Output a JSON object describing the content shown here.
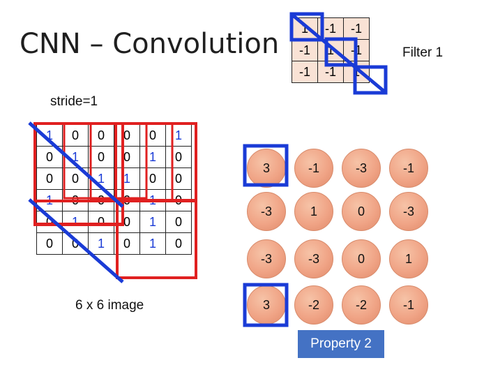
{
  "title": "CNN – Convolution",
  "filter": {
    "label": "Filter 1",
    "values": [
      [
        "1",
        "-1",
        "-1"
      ],
      [
        "-1",
        "1",
        "-1"
      ],
      [
        "-1",
        "-1",
        "1"
      ]
    ]
  },
  "stride_label": "stride=1",
  "image": {
    "label": "6 x 6 image",
    "values": [
      [
        "1",
        "0",
        "0",
        "0",
        "0",
        "1"
      ],
      [
        "0",
        "1",
        "0",
        "0",
        "1",
        "0"
      ],
      [
        "0",
        "0",
        "1",
        "1",
        "0",
        "0"
      ],
      [
        "1",
        "0",
        "0",
        "0",
        "1",
        "0"
      ],
      [
        "0",
        "1",
        "0",
        "0",
        "1",
        "0"
      ],
      [
        "0",
        "0",
        "1",
        "0",
        "1",
        "0"
      ]
    ]
  },
  "feature_map": {
    "values": [
      [
        "3",
        "-1",
        "-3",
        "-1"
      ],
      [
        "-3",
        "1",
        "0",
        "-3"
      ],
      [
        "-3",
        "-3",
        "0",
        "1"
      ],
      [
        "3",
        "-2",
        "-2",
        "-1"
      ]
    ]
  },
  "property_label": "Property 2",
  "colors": {
    "highlight_blue": "#1a3bd6",
    "highlight_red": "#e02020",
    "circle_fill": "#f0a486",
    "button_fill": "#4472c4"
  }
}
